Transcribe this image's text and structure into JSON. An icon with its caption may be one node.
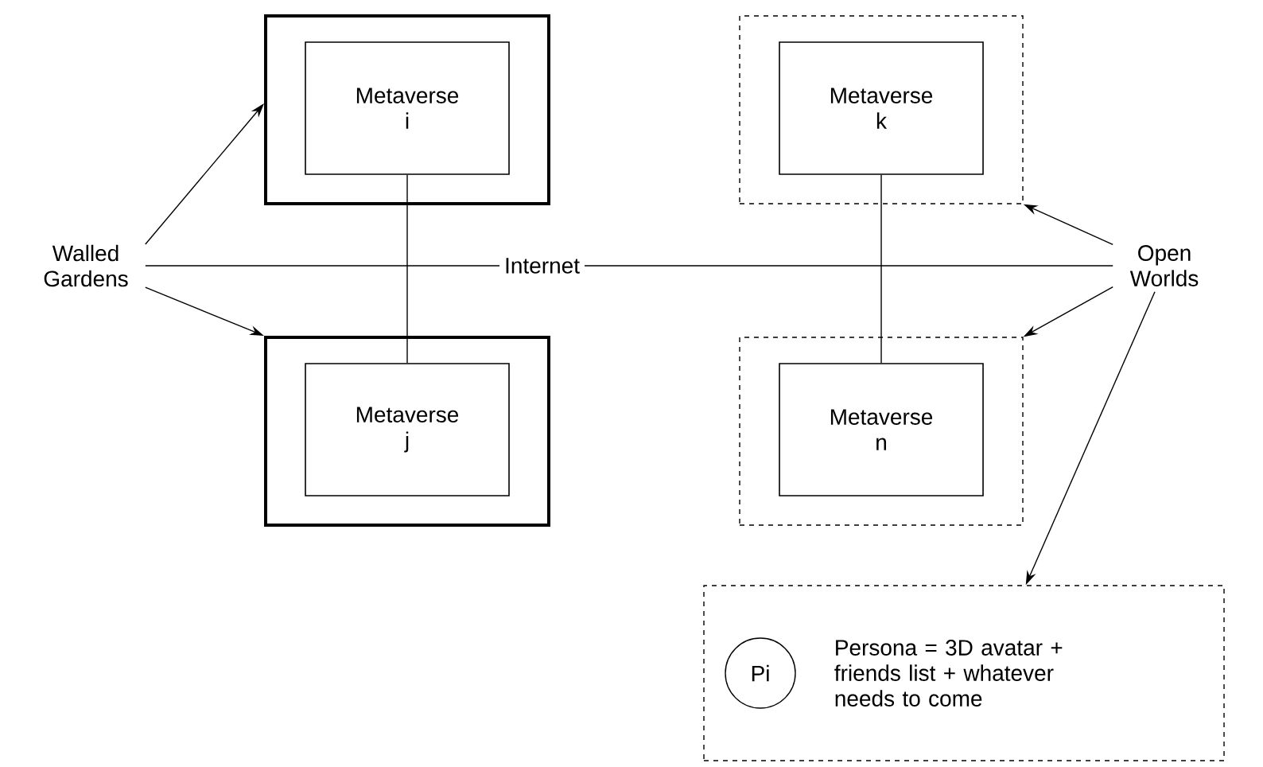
{
  "diagram": {
    "nodes": [
      {
        "text": [],
        "shape": "box"
      },
      {
        "text": [
          "Metaverse i"
        ],
        "in": 0
      },
      {
        "text": [],
        "shape": "box"
      },
      {
        "text": [
          "Metaverse j"
        ],
        "in": 2
      },
      {
        "text": [],
        "shape": "box"
      },
      {
        "text": [
          "Metaverse k"
        ],
        "in": 4
      },
      {
        "text": [],
        "shape": "box"
      },
      {
        "text": [
          "Metaverse n"
        ],
        "in": 6
      },
      {
        "text": [
          "Walled Gardens"
        ]
      },
      {
        "text": [
          "Open Worlds"
        ]
      },
      {
        "text": [
          "Persona = 3D avatar + friends list + whatever needs to come"
        ]
      },
      {
        "text": [
          "Pi"
        ],
        "in": 10
      }
    ],
    "edges": [
      {
        "from": 8,
        "to": 0,
        "arrow": "to"
      },
      {
        "from": 8,
        "to": 2,
        "arrow": "to"
      },
      {
        "from": 9,
        "to": 4,
        "arrow": "to"
      },
      {
        "from": 9,
        "to": 6,
        "arrow": "to"
      },
      {
        "from": 9,
        "to": 10,
        "arrow": "to"
      },
      {
        "from": 1,
        "to": 3,
        "arrow": "none"
      },
      {
        "from": 5,
        "to": 7,
        "arrow": "none"
      },
      {
        "from": 8,
        "to": 9,
        "arrow": "none",
        "label": "Internet"
      }
    ]
  }
}
